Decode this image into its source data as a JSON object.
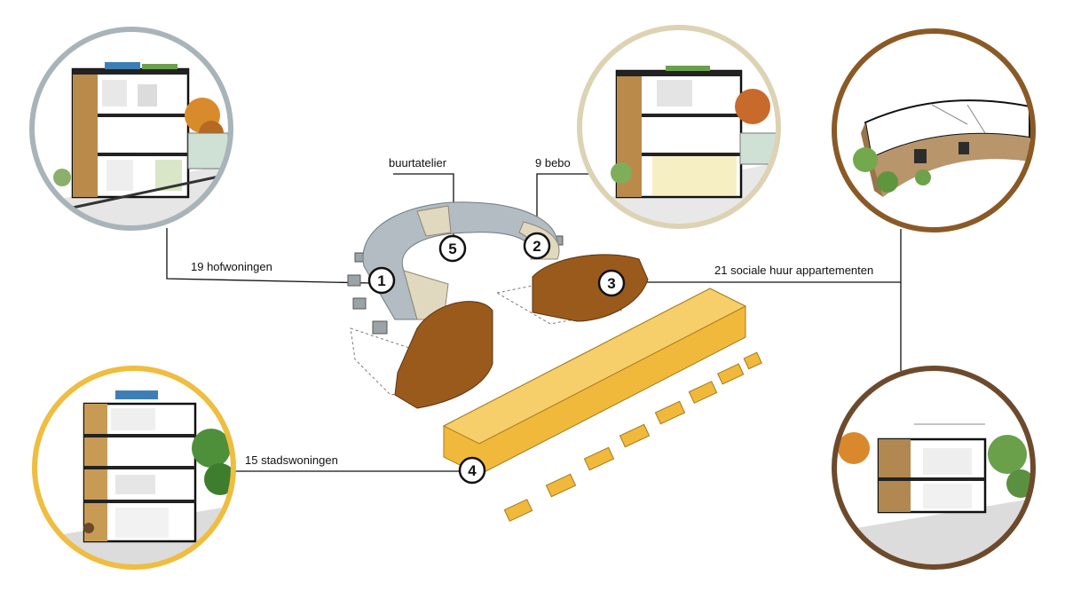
{
  "labels": {
    "hofwoningen": "19 hofwoningen",
    "buurtatelier": "buurtatelier",
    "bebo": "9 bebo",
    "sociale": "21 sociale huur appartementen",
    "stadswoningen": "15 stadswoningen"
  },
  "markers": [
    "1",
    "2",
    "3",
    "4",
    "5"
  ],
  "colors": {
    "hof_grey": "#b3bcc3",
    "bebo_beige": "#e0d8bf",
    "sociale_brown": "#9a5a1c",
    "stad_yellow": "#f0b93c",
    "ring_grey_circle": "#a8b4b9",
    "ring_beige_circle": "#ddd3b4",
    "ring_brown_circle": "#8a5a26",
    "ring_yellow_circle": "#efbd3f",
    "ring_darkbrown_circle": "#6d4a2c"
  }
}
